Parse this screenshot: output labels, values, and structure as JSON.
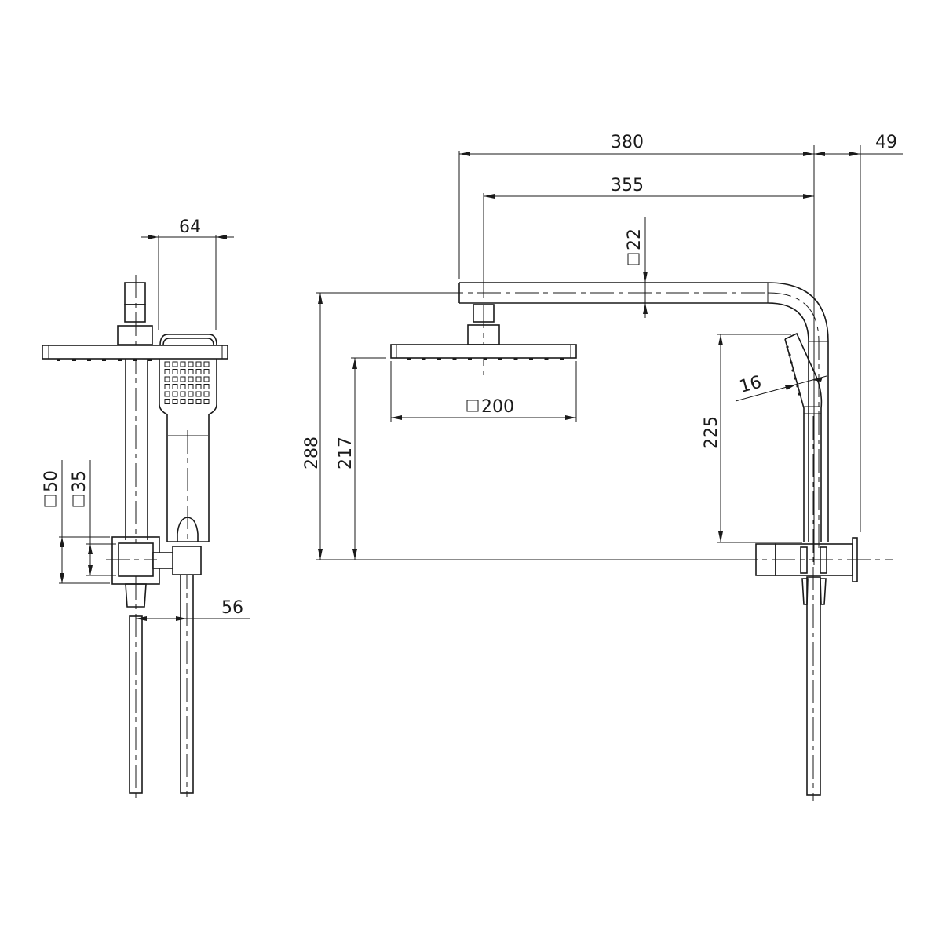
{
  "drawing": {
    "title": "Shower set technical drawing",
    "line_color": "#1a1a1a",
    "background": "#ffffff",
    "front_view": {
      "dimensions": {
        "handshower_width": "64",
        "bracket_outer": "50",
        "bracket_inner": "35",
        "pipe_spacing": "56"
      },
      "square_symbol": "□"
    },
    "side_view": {
      "dimensions": {
        "arm_reach_total": "380",
        "arm_reach_head": "355",
        "wall_offset": "49",
        "arm_section": "22",
        "head_size": "200",
        "arm_height": "288",
        "head_height": "217",
        "handshower_height": "225",
        "handshower_thickness": "16"
      },
      "square_symbol": "□"
    }
  }
}
